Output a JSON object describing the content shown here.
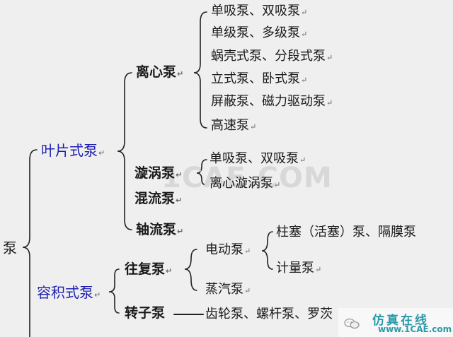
{
  "root": "泵",
  "branches": {
    "vane": "叶片式泵",
    "displacement": "容积式泵"
  },
  "vane_types": {
    "centrifugal": "离心泵",
    "vortex": "漩涡泵",
    "mixed_flow": "混流泵",
    "axial": "轴流泵"
  },
  "centrifugal_items": [
    "单吸泵、双吸泵",
    "单级泵、多级泵",
    "蜗壳式泵、分段式泵",
    "立式泵、卧式泵",
    "屏蔽泵、磁力驱动泵",
    "高速泵"
  ],
  "vortex_items": [
    "单吸泵、双吸泵",
    "离心漩涡泵"
  ],
  "displacement_types": {
    "reciprocating": "往复泵",
    "rotor": "转子泵"
  },
  "reciprocating_items": {
    "electric": "电动泵",
    "steam": "蒸汽泵"
  },
  "electric_items": [
    "柱塞（活塞）泵、隔膜泵",
    "计量泵"
  ],
  "rotor_items": "齿轮泵、螺杆泵、罗茨",
  "paragraph_mark": "↵",
  "watermark": "1CAE.COM",
  "badge": {
    "line1": "仿真在线",
    "line2": "www.1CAE.com"
  }
}
